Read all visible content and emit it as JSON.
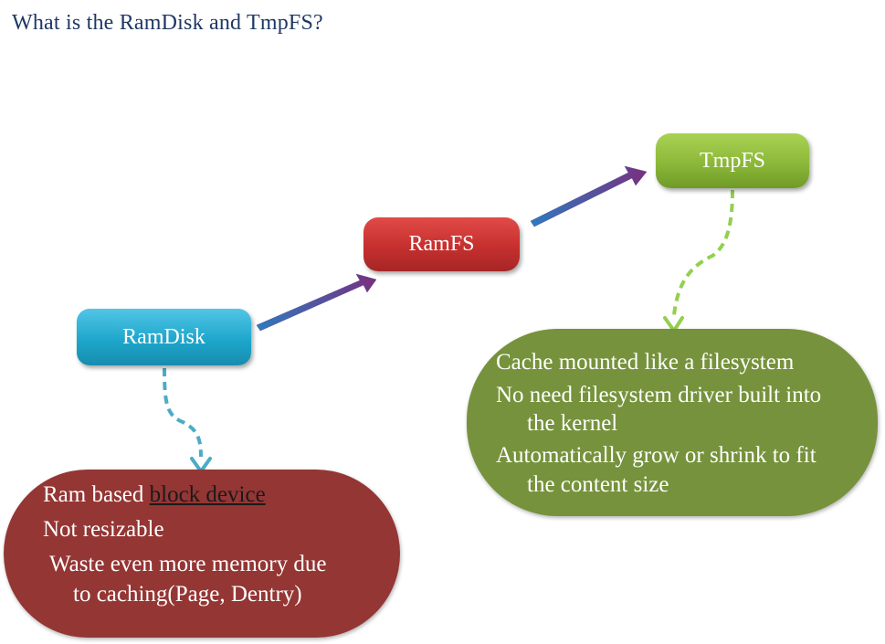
{
  "title": "What is the RamDisk and TmpFS?",
  "nodes": {
    "ramdisk": "RamDisk",
    "ramfs": "RamFS",
    "tmpfs": "TmpFS"
  },
  "ramdisk_notes": {
    "line1_prefix": "Ram based ",
    "line1_link": "block device",
    "line2": "Not resizable",
    "line3": "Waste even more memory due",
    "line4": "to caching(Page, Dentry)"
  },
  "tmpfs_notes": {
    "line1": "Cache  mounted like a filesystem",
    "line2": "No need filesystem driver built into",
    "line3": "the kernel",
    "line4": "Automatically grow or shrink to fit",
    "line5": "the content size"
  },
  "colors": {
    "title": "#1f3864",
    "ramdisk": "#1ea7cc",
    "ramfs": "#c5302e",
    "tmpfs": "#8cb83a",
    "red_blob": "#943634",
    "green_blob": "#76923c",
    "arrow_start": "#2b7bbf",
    "arrow_end": "#7a2f7e",
    "dash_blue": "#4bacc6",
    "dash_green": "#92d050"
  }
}
